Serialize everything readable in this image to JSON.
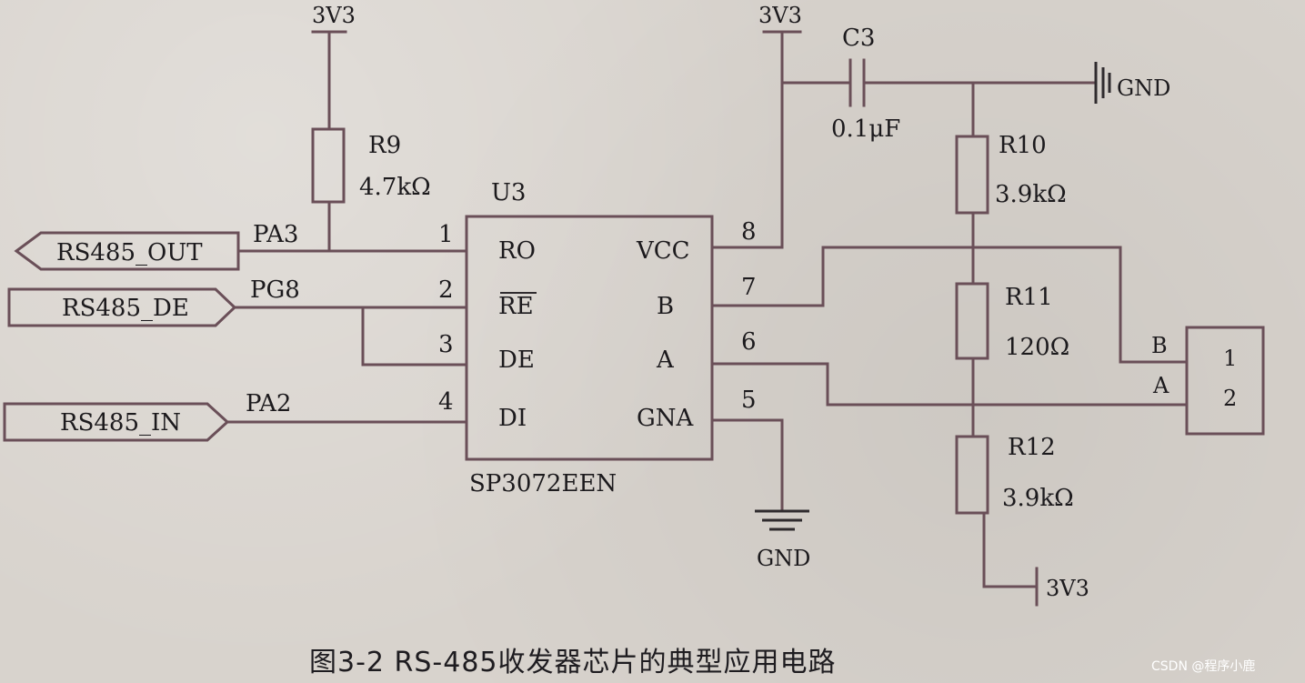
{
  "power_labels": {
    "r9_top": "3V3",
    "vcc_top": "3V3",
    "r12_bottom": "3V3",
    "gnd_c3": "GND",
    "gnd_chip": "GND"
  },
  "components": {
    "c3": {
      "ref": "C3",
      "value": "0.1μF"
    },
    "r9": {
      "ref": "R9",
      "value": "4.7kΩ"
    },
    "r10": {
      "ref": "R10",
      "value": "3.9kΩ"
    },
    "r11": {
      "ref": "R11",
      "value": "120Ω"
    },
    "r12": {
      "ref": "R12",
      "value": "3.9kΩ"
    }
  },
  "chip": {
    "ref": "U3",
    "part": "SP3072EEN",
    "left_pins": [
      {
        "num": "1",
        "name": "RO"
      },
      {
        "num": "2",
        "name": "RE"
      },
      {
        "num": "3",
        "name": "DE"
      },
      {
        "num": "4",
        "name": "DI"
      }
    ],
    "right_pins": [
      {
        "num": "8",
        "name": "VCC"
      },
      {
        "num": "7",
        "name": "B"
      },
      {
        "num": "6",
        "name": "A"
      },
      {
        "num": "5",
        "name": "GNA"
      }
    ]
  },
  "ports": {
    "out": {
      "label": "RS485_OUT",
      "net": "PA3"
    },
    "de": {
      "label": "RS485_DE",
      "net": "PG8"
    },
    "in": {
      "label": "RS485_IN",
      "net": "PA2"
    }
  },
  "connector": {
    "pin1": "1",
    "pin2": "2",
    "line_b": "B",
    "line_a": "A"
  },
  "caption": "图3-2  RS-485收发器芯片的典型应用电路",
  "watermark": "CSDN @程序小鹿",
  "colors": {
    "wire": "#6a4f58",
    "paper": "#d8d3cd",
    "text": "#1c1a1d"
  }
}
